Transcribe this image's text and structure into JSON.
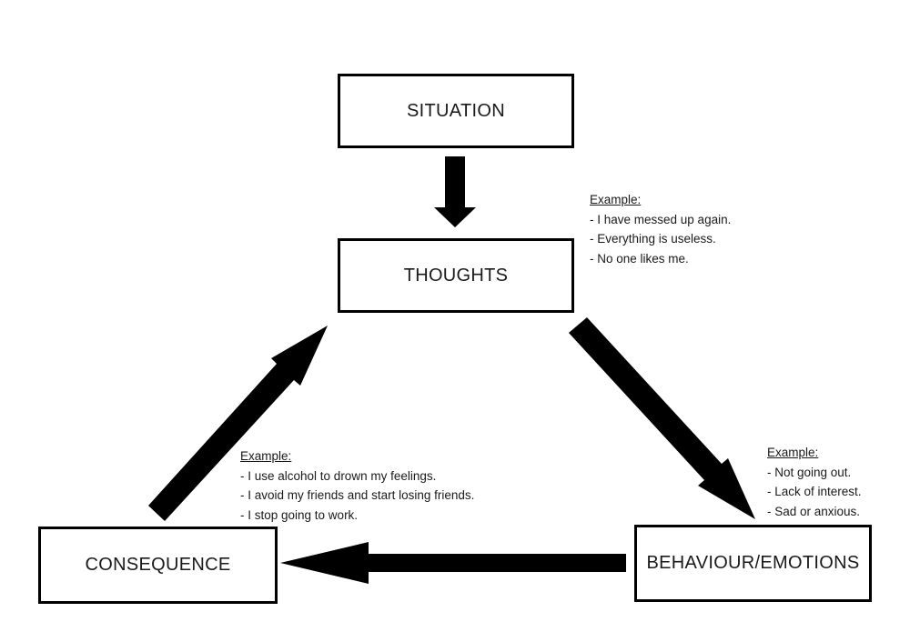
{
  "diagram": {
    "background": "#ffffff",
    "shape_color": "#000000",
    "text_color": "#1a1a1a",
    "nodes": [
      {
        "id": "situation",
        "label": "SITUATION"
      },
      {
        "id": "thoughts",
        "label": "THOUGHTS"
      },
      {
        "id": "behaviour_emotions",
        "label": "BEHAVIOUR/EMOTIONS"
      },
      {
        "id": "consequence",
        "label": "CONSEQUENCE"
      }
    ],
    "edges": [
      {
        "from": "situation",
        "to": "thoughts"
      },
      {
        "from": "thoughts",
        "to": "behaviour_emotions"
      },
      {
        "from": "behaviour_emotions",
        "to": "consequence"
      },
      {
        "from": "consequence",
        "to": "thoughts"
      }
    ],
    "examples": {
      "thoughts": {
        "heading": "Example:",
        "items": [
          "- I have messed up again.",
          "- Everything is useless.",
          "- No one likes me."
        ]
      },
      "behaviour_emotions": {
        "heading": "Example:",
        "items": [
          "- Not going out.",
          "- Lack of interest.",
          "- Sad or anxious."
        ]
      },
      "consequence": {
        "heading": "Example:",
        "items": [
          "- I use alcohol to drown my feelings.",
          "- I avoid my friends and start losing friends.",
          "- I stop going to work."
        ]
      }
    }
  }
}
